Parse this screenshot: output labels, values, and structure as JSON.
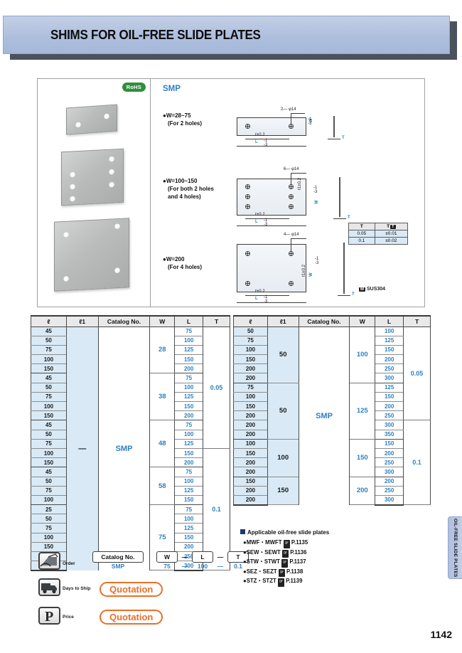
{
  "header": {
    "title": "SHIMS FOR OIL-FREE SLIDE PLATES"
  },
  "illustration": {
    "rohs_badge": "RoHS",
    "series_label": "SMP",
    "variants": [
      {
        "range": "W=28~75",
        "note": "(For 2 holes)",
        "holes": "2— φ14"
      },
      {
        "range": "W=100~150",
        "note_line1": "(For both 2 holes",
        "note_line2": "and 4 holes)",
        "holes": "6— φ14"
      },
      {
        "range": "W=200",
        "note": "(For 4 holes)",
        "holes": "4— φ14"
      }
    ],
    "dimensions": {
      "l_tol": "ℓ±0.2",
      "L_label": "L",
      "L_tol_top": "-1",
      "L_tol_bot": "-3",
      "W_label": "W",
      "W_tol_top": "-1",
      "W_tol_bot": "-3",
      "l1_tol": "ℓ1±0.2",
      "T_label": "T"
    },
    "tolerance_table": {
      "headers": [
        "T",
        "T"
      ],
      "header2_badge": "T",
      "rows": [
        [
          "0.05",
          "±0.01"
        ],
        [
          "0.1",
          "±0.02"
        ]
      ]
    },
    "material": {
      "badge": "M",
      "text": "SUS304"
    }
  },
  "tables": {
    "headers": [
      "ℓ",
      "ℓ1",
      "Catalog No.",
      "W",
      "L",
      "T"
    ],
    "left": {
      "catalog_no": "SMP",
      "l1_value": "—",
      "groups": [
        {
          "w": "28",
          "rows": [
            {
              "l": "45",
              "len": "75"
            },
            {
              "l": "50",
              "len": "100"
            },
            {
              "l": "75",
              "len": "125"
            },
            {
              "l": "100",
              "len": "150"
            },
            {
              "l": "150",
              "len": "200"
            }
          ]
        },
        {
          "w": "38",
          "rows": [
            {
              "l": "45",
              "len": "75"
            },
            {
              "l": "50",
              "len": "100"
            },
            {
              "l": "75",
              "len": "125"
            },
            {
              "l": "100",
              "len": "150"
            },
            {
              "l": "150",
              "len": "200"
            }
          ]
        },
        {
          "w": "48",
          "rows": [
            {
              "l": "45",
              "len": "75"
            },
            {
              "l": "50",
              "len": "100"
            },
            {
              "l": "75",
              "len": "125"
            },
            {
              "l": "100",
              "len": "150"
            },
            {
              "l": "150",
              "len": "200"
            }
          ]
        },
        {
          "w": "58",
          "rows": [
            {
              "l": "45",
              "len": "75"
            },
            {
              "l": "50",
              "len": "100"
            },
            {
              "l": "75",
              "len": "125"
            },
            {
              "l": "100",
              "len": "150"
            }
          ]
        },
        {
          "w": "75",
          "rows": [
            {
              "l": "25",
              "len": "75"
            },
            {
              "l": "50",
              "len": "100"
            },
            {
              "l": "75",
              "len": "125"
            },
            {
              "l": "100",
              "len": "150"
            },
            {
              "l": "150",
              "len": "200"
            },
            {
              "l": "200",
              "len": "250"
            },
            {
              "l": "200",
              "len": "300"
            }
          ]
        }
      ],
      "thickness": [
        {
          "value": "0.05",
          "span": 13
        },
        {
          "value": "0.1",
          "span": 13
        }
      ]
    },
    "right": {
      "catalog_no": "SMP",
      "groups": [
        {
          "w": "100",
          "l1": "50",
          "rows": [
            {
              "l": "50",
              "len": "100"
            },
            {
              "l": "75",
              "len": "125"
            },
            {
              "l": "100",
              "len": "150"
            },
            {
              "l": "150",
              "len": "200"
            },
            {
              "l": "200",
              "len": "250"
            },
            {
              "l": "200",
              "len": "300"
            }
          ]
        },
        {
          "w": "125",
          "l1": "50",
          "rows": [
            {
              "l": "75",
              "len": "125"
            },
            {
              "l": "100",
              "len": "150"
            },
            {
              "l": "150",
              "len": "200"
            },
            {
              "l": "200",
              "len": "250"
            },
            {
              "l": "200",
              "len": "300"
            },
            {
              "l": "200",
              "len": "350"
            }
          ]
        },
        {
          "w": "150",
          "l1": "100",
          "rows": [
            {
              "l": "100",
              "len": "150"
            },
            {
              "l": "150",
              "len": "200"
            },
            {
              "l": "200",
              "len": "250"
            },
            {
              "l": "200",
              "len": "300"
            }
          ]
        },
        {
          "w": "200",
          "l1": "150",
          "rows": [
            {
              "l": "150",
              "len": "200"
            },
            {
              "l": "200",
              "len": "250"
            },
            {
              "l": "200",
              "len": "300"
            }
          ]
        }
      ],
      "thickness": [
        {
          "value": "0.05",
          "span": 10
        },
        {
          "value": "0.1",
          "span": 9
        }
      ]
    }
  },
  "order": {
    "label": "Order",
    "headers": [
      "Catalog No.",
      "W",
      "L",
      "T"
    ],
    "values": [
      "SMP",
      "75",
      "100",
      "0.1"
    ],
    "separator": "—"
  },
  "days_to_ship": {
    "label": "Days to Ship",
    "value": "Quotation"
  },
  "price": {
    "label": "Price",
    "value": "Quotation"
  },
  "applicable": {
    "title": "Applicable oil-free slide plates",
    "items": [
      {
        "codes": "MWF・MWFT",
        "page": "P.1135"
      },
      {
        "codes": "SEW・SEWT",
        "page": "P.1136"
      },
      {
        "codes": "STW・STWT",
        "page": "P.1137"
      },
      {
        "codes": "SEZ・SEZT",
        "page": "P.1138"
      },
      {
        "codes": "STZ・STZT",
        "page": "P.1139"
      }
    ]
  },
  "side_tab": {
    "label": "OIL-FREE SLIDE PLATES"
  },
  "page_number": "1142"
}
